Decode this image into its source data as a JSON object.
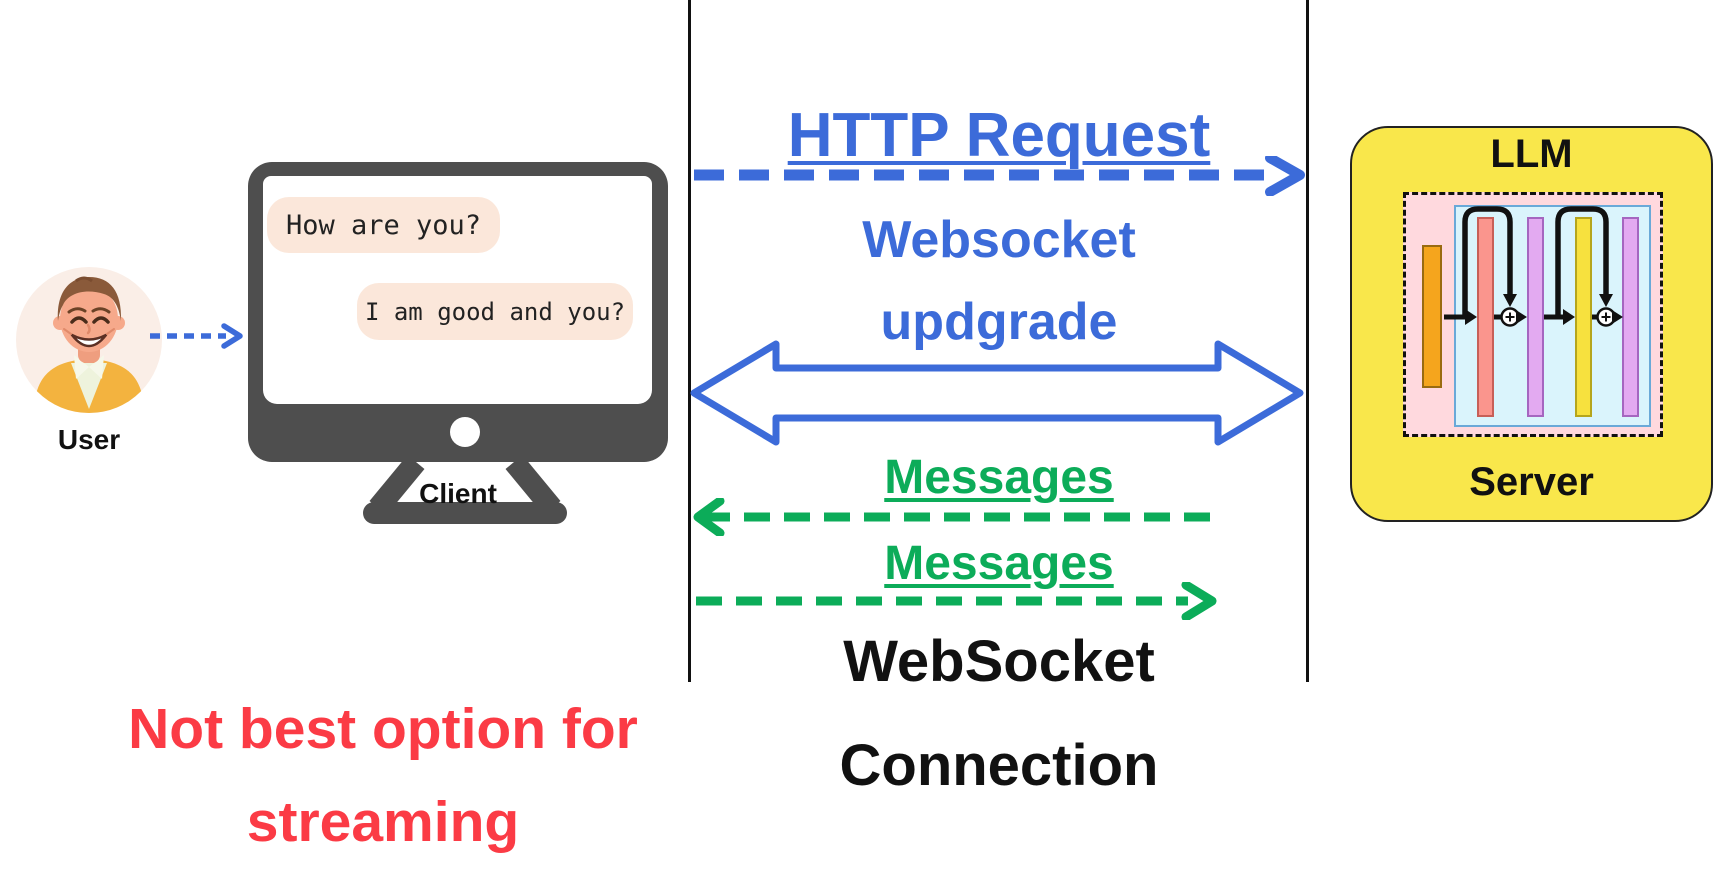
{
  "colors": {
    "accent_blue": "#3c6bd9",
    "accent_green": "#0cac59",
    "warning_red": "#fb3b45",
    "server_yellow": "#f9e74b",
    "monitor_gray": "#4e4e4e",
    "bubble_peach": "#fbe7da"
  },
  "actors": {
    "user": {
      "label": "User"
    },
    "client": {
      "label": "Client",
      "chat_messages": [
        {
          "text": "How are you?"
        },
        {
          "text": "I am good and you?"
        }
      ]
    },
    "server": {
      "title": "LLM",
      "label": "Server"
    }
  },
  "flows": {
    "http_request": {
      "label": "HTTP Request"
    },
    "websocket_upgrade": {
      "label_line1": "Websocket",
      "label_line2": "updgrade"
    },
    "messages_to_client": {
      "label": "Messages"
    },
    "messages_to_server": {
      "label": "Messages"
    },
    "websocket_connection": {
      "label_line1": "WebSocket",
      "label_line2": "Connection"
    }
  },
  "note": {
    "line1": "Not best option for",
    "line2": "streaming"
  }
}
